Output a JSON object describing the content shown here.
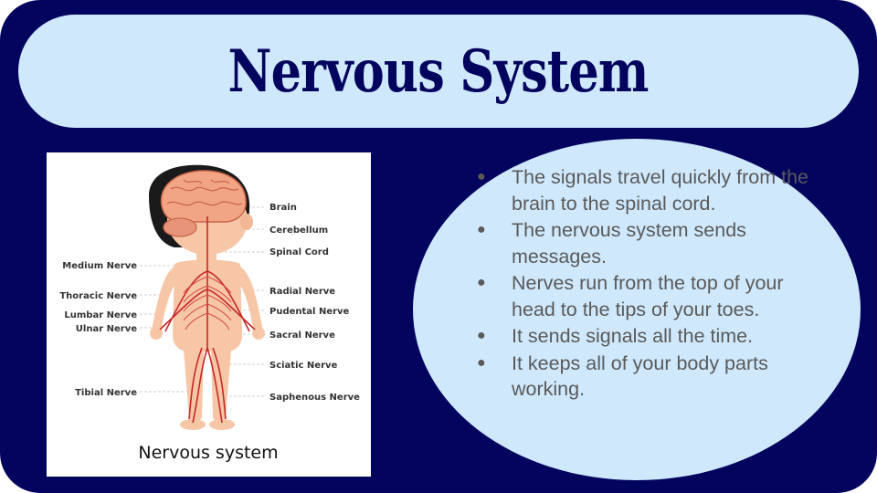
{
  "title": "Nervous System",
  "figure": {
    "caption": "Nervous system",
    "labels_right": [
      "Brain",
      "Cerebellum",
      "Spinal Cord",
      "Radial Nerve",
      "Pudental Nerve",
      "Sacral Nerve",
      "Sciatic Nerve",
      "Saphenous Nerve"
    ],
    "labels_left": [
      "Medium Nerve",
      "Thoracic Nerve",
      "Lumbar Nerve",
      "Ulnar Nerve",
      "Tibial Nerve"
    ]
  },
  "bullets": [
    "The signals travel quickly from the brain to the spinal cord.",
    "The nervous system sends messages.",
    "Nerves run from the top  of your head  to the tips of your toes.",
    "It sends signals all the time.",
    "It keeps all of your body parts working."
  ],
  "colors": {
    "navy": "#03045e",
    "light_blue": "#cfe8fc",
    "text_gray": "#5a5a5a",
    "nerve_red": "#c62828"
  },
  "icons": {
    "bullet": "bullet-dot-icon"
  }
}
